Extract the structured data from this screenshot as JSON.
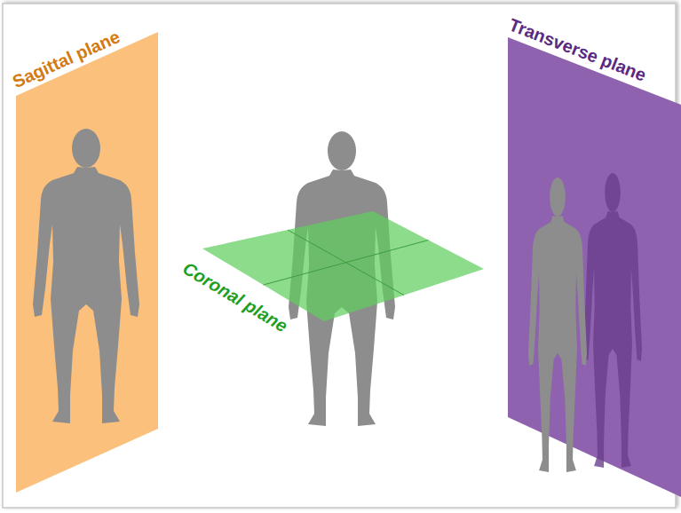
{
  "diagram": {
    "labels": [
      "Sagittal plane",
      "Coronal plane",
      "Transverse plane"
    ]
  }
}
